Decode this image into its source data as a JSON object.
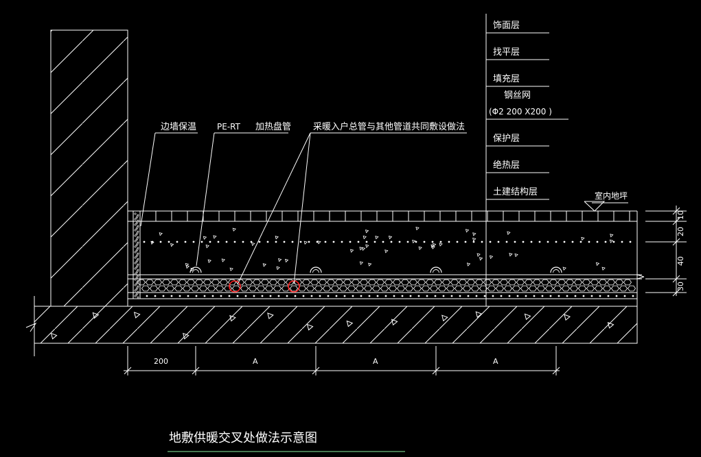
{
  "colors": {
    "background": "#000000",
    "line": "#ffffff",
    "pipe_red": "#ff2020",
    "title_underline": "#6fbf7f"
  },
  "layers": [
    {
      "label": "饰面层"
    },
    {
      "label": "找平层"
    },
    {
      "label": "填充层"
    },
    {
      "label": "钢丝网"
    },
    {
      "label": "(Φ2  200  X200 )"
    },
    {
      "label": "保护层"
    },
    {
      "label": "绝热层"
    },
    {
      "label": "土建结构层"
    }
  ],
  "callouts": {
    "edge_insulation": "边墙保温",
    "pe_rt": "PE-RT",
    "heating_coil": "加热盘管",
    "main_pipe_note": "采暖入户总管与其他管道共同敷设做法",
    "indoor_floor": "室内地坪"
  },
  "dimensions_vertical": [
    "10",
    "20",
    "40",
    "30"
  ],
  "dimensions_horizontal": [
    "200",
    "A",
    "A",
    "A"
  ],
  "title": "地敷供暖交叉处做法示意图"
}
